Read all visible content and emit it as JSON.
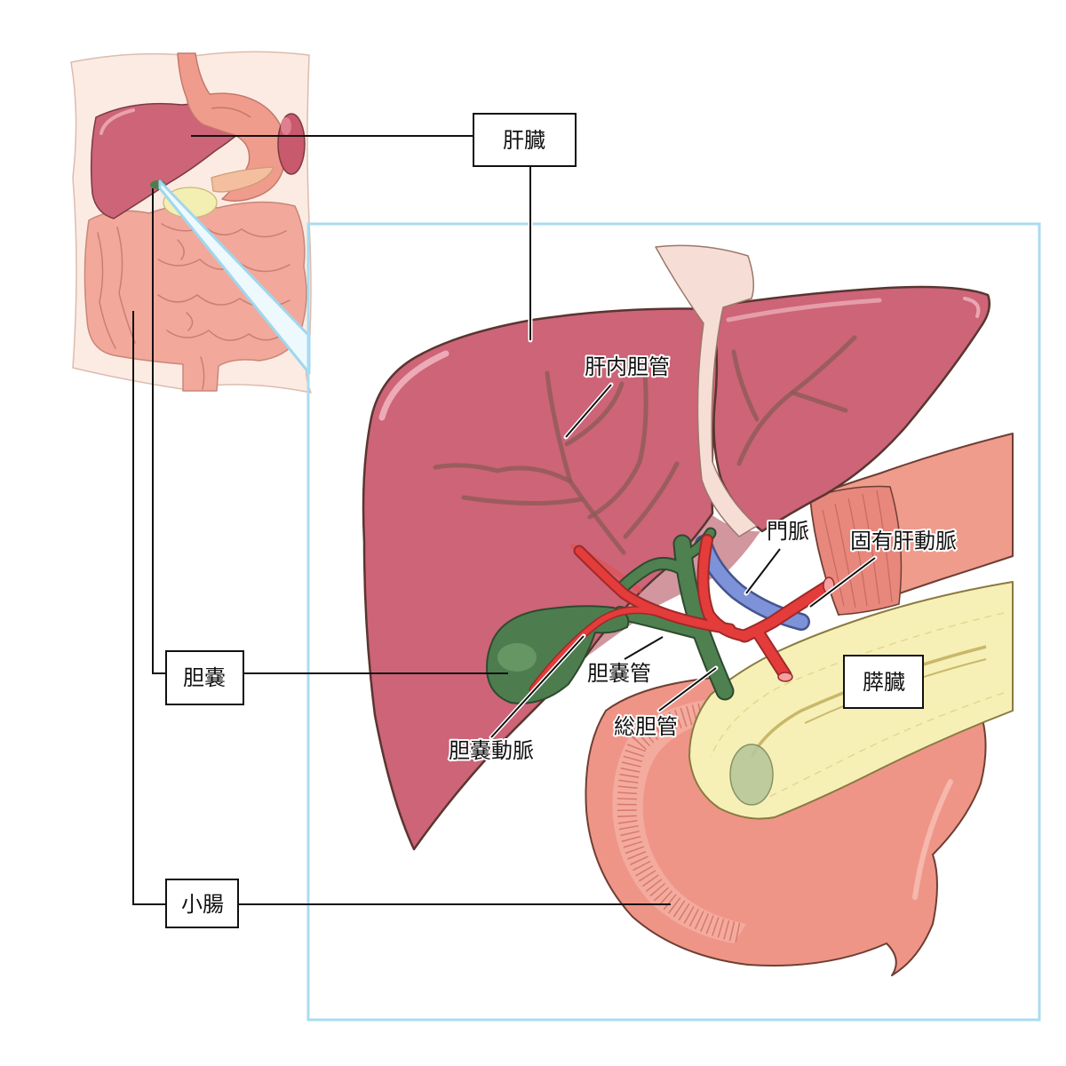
{
  "labels": {
    "liver": "肝臓",
    "intrahepatic_bile_duct": "肝内胆管",
    "portal_vein": "門脈",
    "proper_hepatic_artery": "固有肝動脈",
    "gallbladder": "胆嚢",
    "cystic_duct": "胆嚢管",
    "common_bile_duct": "総胆管",
    "cystic_artery": "胆嚢動脈",
    "pancreas": "膵臓",
    "small_intestine": "小腸"
  },
  "colors": {
    "skin": "#fcebe2",
    "liver": "#cd6477",
    "gallbladder": "#4d7d4e",
    "bile_duct": "#4f8050",
    "portal_vein": "#7d92d8",
    "artery": "#e43c3a",
    "pancreas": "#f6f0b7",
    "intestine": "#ef9588",
    "stomach": "#ef9c8c",
    "frame": "#a9dcf0"
  }
}
